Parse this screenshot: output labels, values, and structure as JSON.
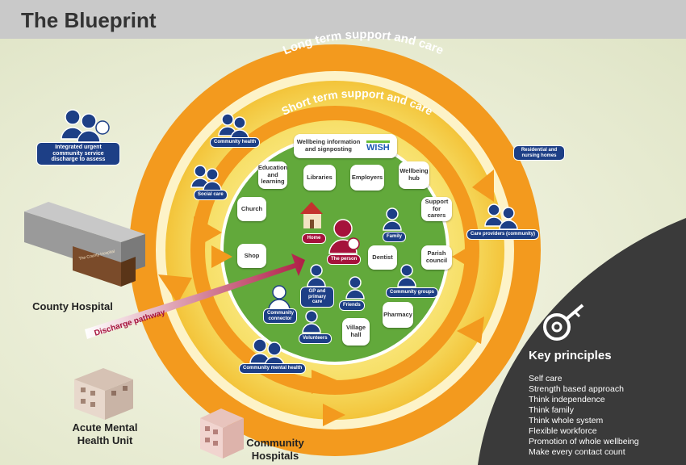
{
  "title": "The Blueprint",
  "rings": {
    "outer_label": "Long term support and care",
    "middle_label": "Short term support and care",
    "discharge_label": "Discharge pathway"
  },
  "wellbeing": {
    "label": "Wellbeing information and signposting",
    "logo": "WISH"
  },
  "cards": {
    "education": "Education and learning",
    "libraries": "Libraries",
    "employers": "Employers",
    "wellbeing_hub": "Wellbeing hub",
    "church": "Church",
    "support_carers": "Support for carers",
    "shop": "Shop",
    "dentist": "Dentist",
    "parish": "Parish council",
    "pharmacy": "Pharmacy",
    "village_hall": "Village hall"
  },
  "badges": {
    "community_health": "Community health",
    "social_care": "Social care",
    "residential": "Residential and nursing homes",
    "care_providers": "Care providers (community)",
    "home": "Home",
    "the_person": "The person",
    "family": "Family",
    "community_groups": "Community groups",
    "gp": "GP and primary care",
    "friends": "Friends",
    "community_connector": "Community connector",
    "volunteers": "Volunteers",
    "community_mental_health": "Community mental health",
    "integrated": "Integrated urgent community service discharge to assess"
  },
  "buildings": {
    "county_hospital": "County Hospital",
    "hospital_sign": "The County Hospital",
    "acute_mental": "Acute Mental Health Unit",
    "community_hospitals": "Community Hospitals"
  },
  "key_principles": {
    "heading": "Key principles",
    "items": [
      "Self care",
      "Strength based approach",
      "Think independence",
      "Think family",
      "Think whole system",
      "Flexible workforce",
      "Promotion of whole wellbeing",
      "Make every contact count"
    ]
  },
  "colors": {
    "orange": "#f39a1e",
    "green": "#62a93b",
    "navy": "#1d3f86",
    "crimson": "#a5123b",
    "dark": "#333333"
  }
}
